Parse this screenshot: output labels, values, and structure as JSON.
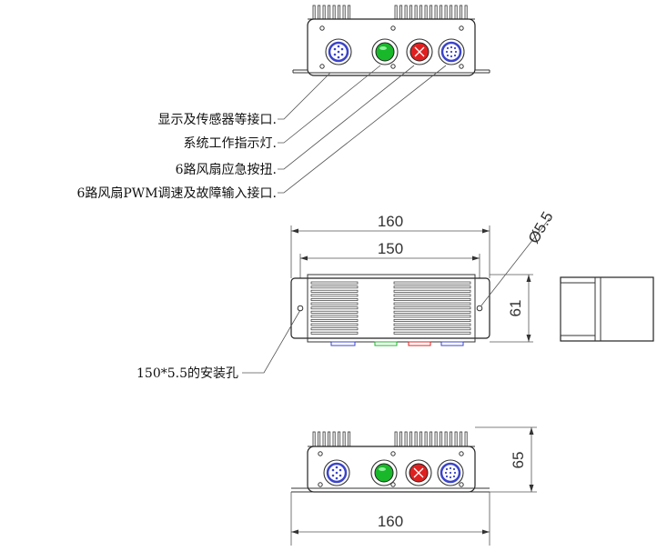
{
  "callouts": {
    "display_port": "显示及传感器等接口.",
    "indicator": "系统工作指示灯.",
    "emergency_button": "6路风扇应急按扭.",
    "pwm_port": "6路风扇PWM调速及故障输入接口.",
    "mount_hole": "150*5.5的安装孔"
  },
  "dimensions": {
    "top_width_160": "160",
    "hole_span_150": "150",
    "hole_diameter": "Ø5.5",
    "depth_61": "61",
    "height_65": "65",
    "bottom_width_160": "160"
  },
  "colors": {
    "connector_blue": "#3b44c8",
    "indicator_green": "#18b82a",
    "button_red": "#e02020"
  }
}
